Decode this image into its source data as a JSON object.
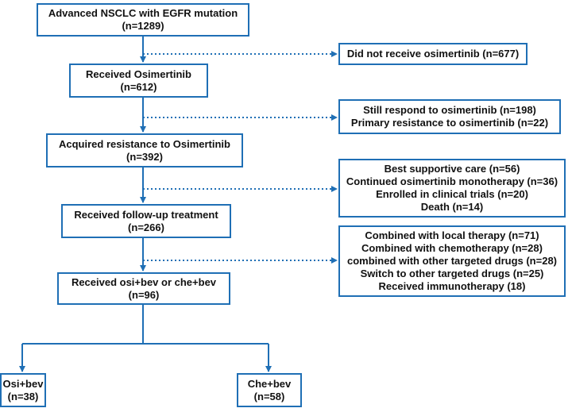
{
  "colors": {
    "border": "#1f6fb5",
    "line": "#1f6fb5",
    "text": "#111111"
  },
  "boxes": {
    "nsclc": {
      "line1": "Advanced NSCLC with EGFR mutation",
      "line2": "(n=1289)"
    },
    "received_osi": {
      "line1": "Received Osimertinib",
      "line2": "(n=612)"
    },
    "acquired": {
      "line1": "Acquired resistance to Osimertinib",
      "line2": "(n=392)"
    },
    "followup": {
      "line1": "Received follow-up treatment",
      "line2": "(n=266)"
    },
    "osibev_chebev": {
      "line1": "Received osi+bev or che+bev",
      "line2": "(n=96)"
    },
    "osi_bev": {
      "line1": "Osi+bev",
      "line2": "(n=38)"
    },
    "che_bev": {
      "line1": "Che+bev",
      "line2": "(n=58)"
    }
  },
  "exclusions": {
    "not_received": [
      "Did not receive osimertinib (n=677)"
    ],
    "respond": [
      "Still respond to osimertinib (n=198)",
      "Primary resistance to osimertinib (n=22)"
    ],
    "supportive": [
      "Best supportive care (n=56)",
      "Continued  osimertinib monotherapy (n=36)",
      "Enrolled in clinical trials (n=20)",
      "Death (n=14)"
    ],
    "other_treatments": [
      "Combined with local therapy (n=71)",
      "Combined with chemotherapy (n=28)",
      "combined with other targeted drugs (n=28)",
      "Switch to other targeted drugs (n=25)",
      "Received immunotherapy (18)"
    ]
  }
}
